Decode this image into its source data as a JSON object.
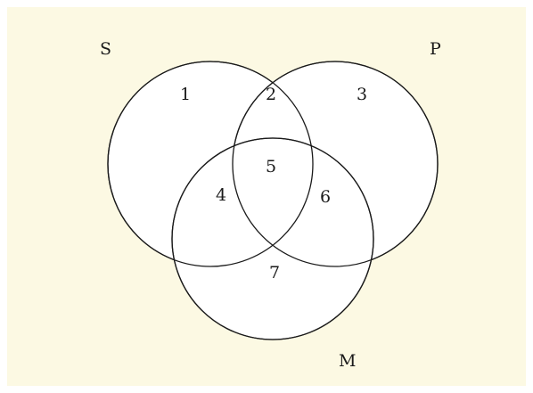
{
  "diagram": {
    "sets": [
      {
        "id": "S",
        "label": "S"
      },
      {
        "id": "P",
        "label": "P"
      },
      {
        "id": "M",
        "label": "M"
      }
    ],
    "regions": [
      {
        "id": 1,
        "label": "1",
        "sets": [
          "S"
        ]
      },
      {
        "id": 2,
        "label": "2",
        "sets": [
          "S",
          "P"
        ]
      },
      {
        "id": 3,
        "label": "3",
        "sets": [
          "P"
        ]
      },
      {
        "id": 4,
        "label": "4",
        "sets": [
          "S",
          "M"
        ]
      },
      {
        "id": 5,
        "label": "5",
        "sets": [
          "S",
          "P",
          "M"
        ]
      },
      {
        "id": 6,
        "label": "6",
        "sets": [
          "P",
          "M"
        ]
      },
      {
        "id": 7,
        "label": "7",
        "sets": [
          "M"
        ]
      }
    ],
    "colors": {
      "background": "#fcf9e3",
      "circle_fill": "#ffffff",
      "stroke": "#1a1a1a"
    }
  }
}
